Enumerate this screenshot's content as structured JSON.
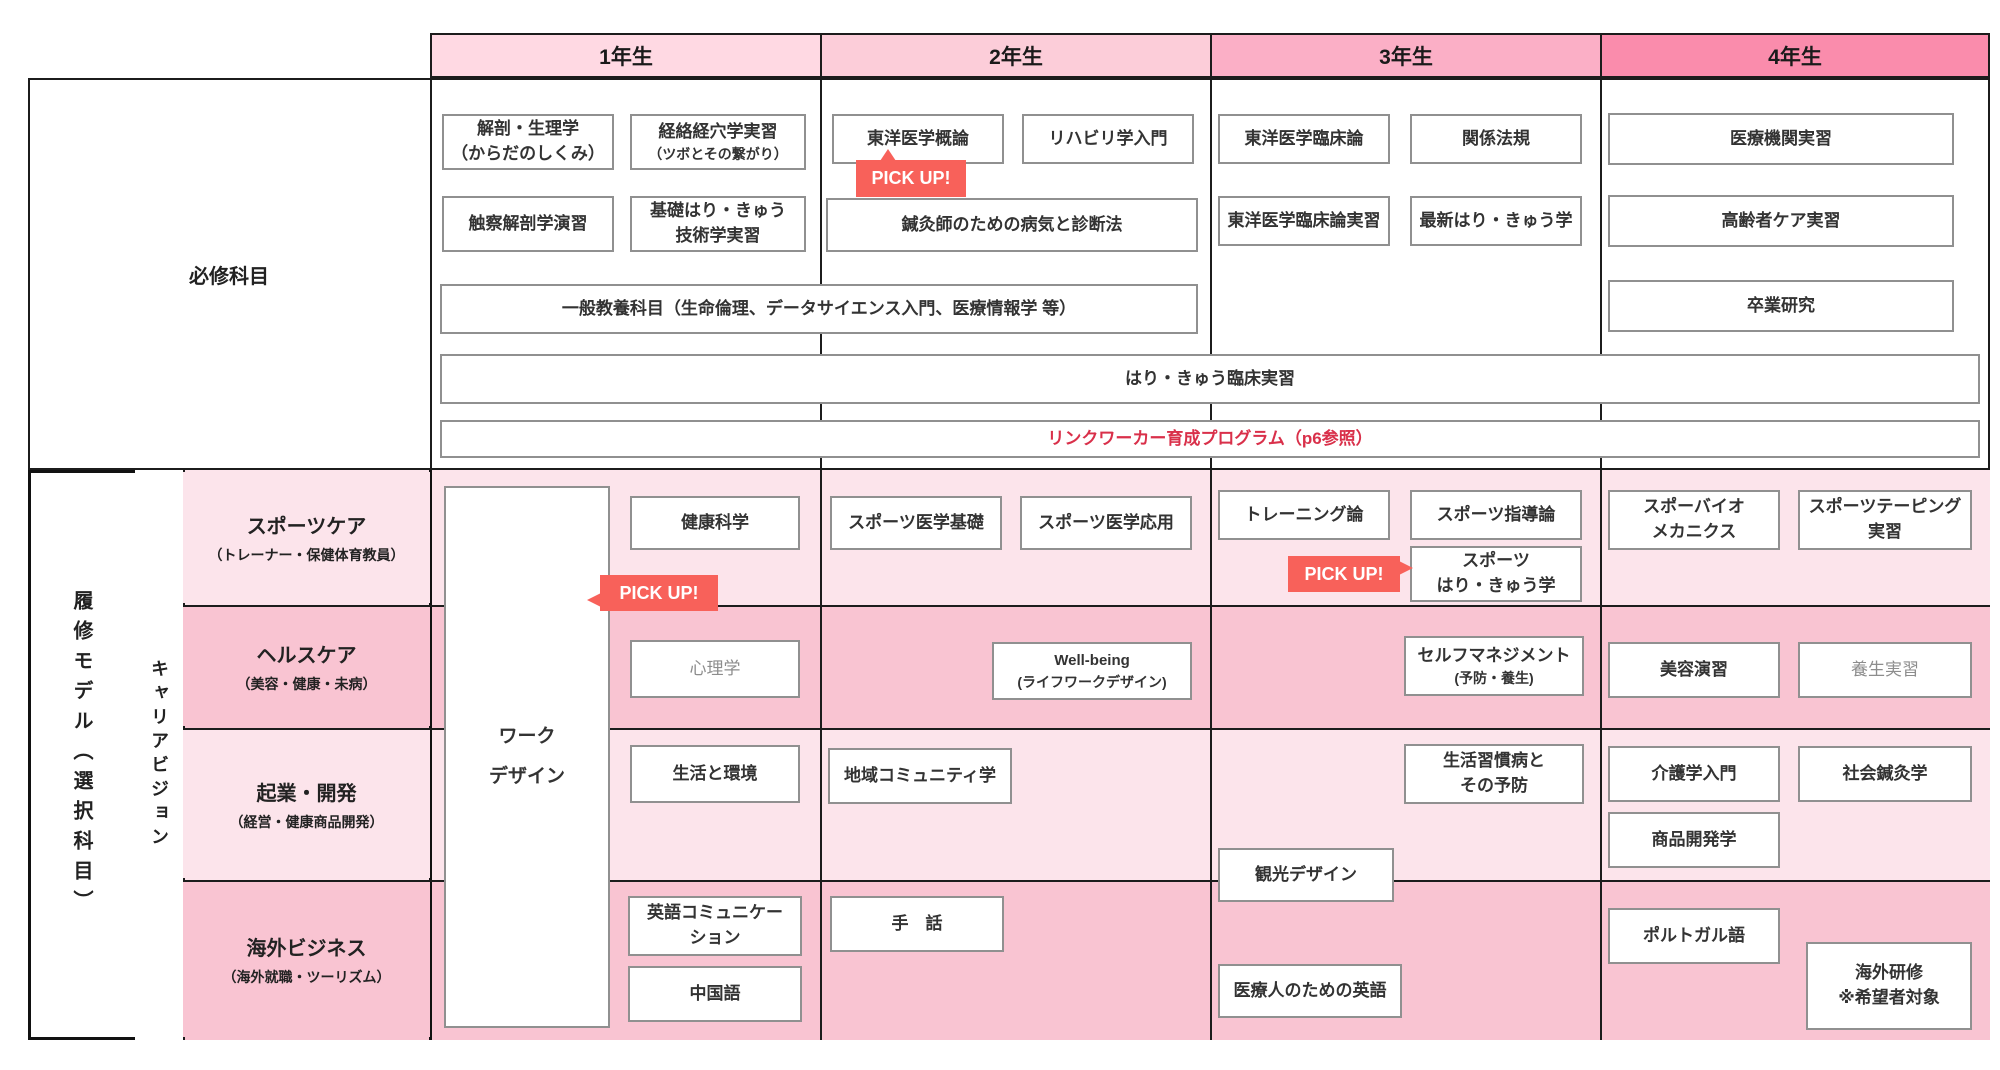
{
  "header": {
    "years": [
      "1年生",
      "2年生",
      "3年生",
      "4年生"
    ]
  },
  "left": {
    "required_label": "必修科目",
    "model_label": "履修モデル（選択科目）",
    "career_vision_label": "キャリアビジョン",
    "careers": [
      {
        "name": "スポーツケア",
        "sub": "（トレーナー・保健体育教員）"
      },
      {
        "name": "ヘルスケア",
        "sub": "（美容・健康・未病）"
      },
      {
        "name": "起業・開発",
        "sub": "（経営・健康商品開発）"
      },
      {
        "name": "海外ビジネス",
        "sub": "（海外就職・ツーリズム）"
      }
    ]
  },
  "badges": {
    "pickup": "PICK UP!"
  },
  "required": {
    "anatomy_l1": "解剖・生理学",
    "anatomy_l2": "（からだのしくみ）",
    "keiraku_l1": "経絡経穴学実習",
    "keiraku_l2": "（ツボとその繋がり）",
    "shokusatsu": "触察解剖学演習",
    "kiso_l1": "基礎はり・きゅう",
    "kiso_l2": "技術学実習",
    "toyo_gairon": "東洋医学概論",
    "rehab": "リハビリ学入門",
    "byoki": "鍼灸師のための病気と診断法",
    "toyo_rinsho": "東洋医学臨床論",
    "hoki": "関係法規",
    "toyo_rinsho_jisshu": "東洋医学臨床論実習",
    "saishin": "最新はり・きゅう学",
    "iryo_kikan": "医療機関実習",
    "korei": "高齢者ケア実習",
    "sotsugyo": "卒業研究",
    "ippan": "一般教養科目（生命倫理、データサイエンス入門、医療情報学 等）",
    "rinsho_jisshu": "はり・きゅう臨床実習",
    "link_worker": "リンクワーカー育成プログラム（p6参照）"
  },
  "electives": {
    "work_l1": "ワーク",
    "work_l2": "デザイン",
    "kenko": "健康科学",
    "shinri": "心理学",
    "seikatsu_kankyo": "生活と環境",
    "eigo_l1": "英語コミュニケー",
    "eigo_l2": "ション",
    "chugoku": "中国語",
    "sports_kiso": "スポーツ医学基礎",
    "sports_oyo": "スポーツ医学応用",
    "wellbeing_l1": "Well-being",
    "wellbeing_l2": "(ライフワークデザイン)",
    "chiiki": "地域コミュニティ学",
    "shuwa": "手　話",
    "training": "トレーニング論",
    "shido": "スポーツ指導論",
    "sports_hari_l1": "スポーツ",
    "sports_hari_l2": "はり・きゅう学",
    "self_l1": "セルフマネジメント",
    "self_l2": "(予防・養生)",
    "shukan_l1": "生活習慣病と",
    "shukan_l2": "その予防",
    "kanko": "観光デザイン",
    "iryojin": "医療人のための英語",
    "biomech_l1": "スポーバイオ",
    "biomech_l2": "メカニクス",
    "taping_l1": "スポーツテーピング",
    "taping_l2": "実習",
    "biyo": "美容演習",
    "yojo": "養生実習",
    "kaigo": "介護学入門",
    "shakai": "社会鍼灸学",
    "shohin": "商品開発学",
    "porutogaru": "ポルトガル語",
    "kaigai_l1": "海外研修",
    "kaigai_l2": "※希望者対象"
  },
  "colors": {
    "pink-h1": "#ffd9e3",
    "pink-h2": "#fccdd9",
    "pink-h3": "#fbafc6",
    "pink-h4": "#fa8cac",
    "row-light": "#fce4eb",
    "row-dark": "#f9c4d2",
    "red-badge": "#f8615a",
    "red-text": "#d9304a"
  }
}
